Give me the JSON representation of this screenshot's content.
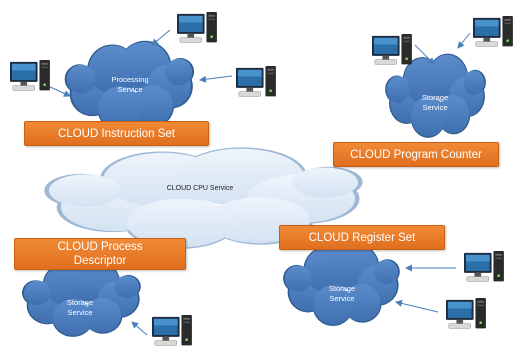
{
  "clouds": {
    "processing": "Processing\nService",
    "cpu": "CLOUD CPU Service",
    "storage_top_right": "Storage\nService",
    "storage_bottom_left": "Storage\nService",
    "storage_bottom_right": "Storage\nService"
  },
  "labels": {
    "instruction_set": "CLOUD Instruction Set",
    "program_counter": "CLOUD Program Counter",
    "register_set": "CLOUD Register Set",
    "process_descriptor": "CLOUD Process\nDescriptor"
  },
  "icons": {
    "computer": "desktop-computer-icon"
  },
  "colors": {
    "storage_cloud": "#4f81bd",
    "cpu_cloud": "#dde8f5",
    "label_fill": "#ec7d2d",
    "arrow": "#4a7ebb"
  }
}
